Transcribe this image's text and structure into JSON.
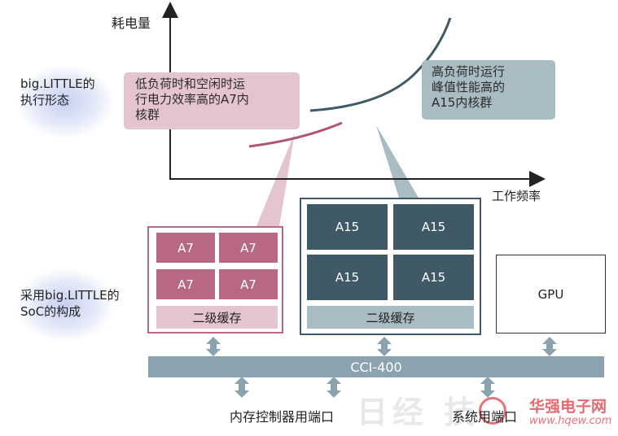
{
  "chart": {
    "ylabel": "耗电量",
    "xlabel": "工作频率"
  },
  "left_labels": {
    "form": "big.LITTLE的\n执行形态",
    "soc": "采用big.LITTLE的\nSoC的构成"
  },
  "callouts": {
    "a7": "低负荷时和空闲时运\n行电力效率高的A7内\n核群",
    "a15": "高负荷时运行\n峰值性能高的\nA15内核群"
  },
  "cluster_a7": {
    "cores": [
      "A7",
      "A7",
      "A7",
      "A7"
    ],
    "cache": "二级缓存"
  },
  "cluster_a15": {
    "cores": [
      "A15",
      "A15",
      "A15",
      "A15"
    ],
    "cache": "二级缓存"
  },
  "gpu": "GPU",
  "bus": "CCI-400",
  "ports": {
    "memory": "内存控制器用端口",
    "system": "系统用端口"
  },
  "watermark": {
    "left": "日经 技",
    "right": "华强电子网",
    "url": "www.hqew.com"
  },
  "colors": {
    "a7": "#b86883",
    "a7_light": "#e3c4cf",
    "a15": "#3f5a66",
    "a15_light": "#a9bcc4",
    "bus": "#8aa3ae",
    "watermark_red": "#e0424d"
  }
}
